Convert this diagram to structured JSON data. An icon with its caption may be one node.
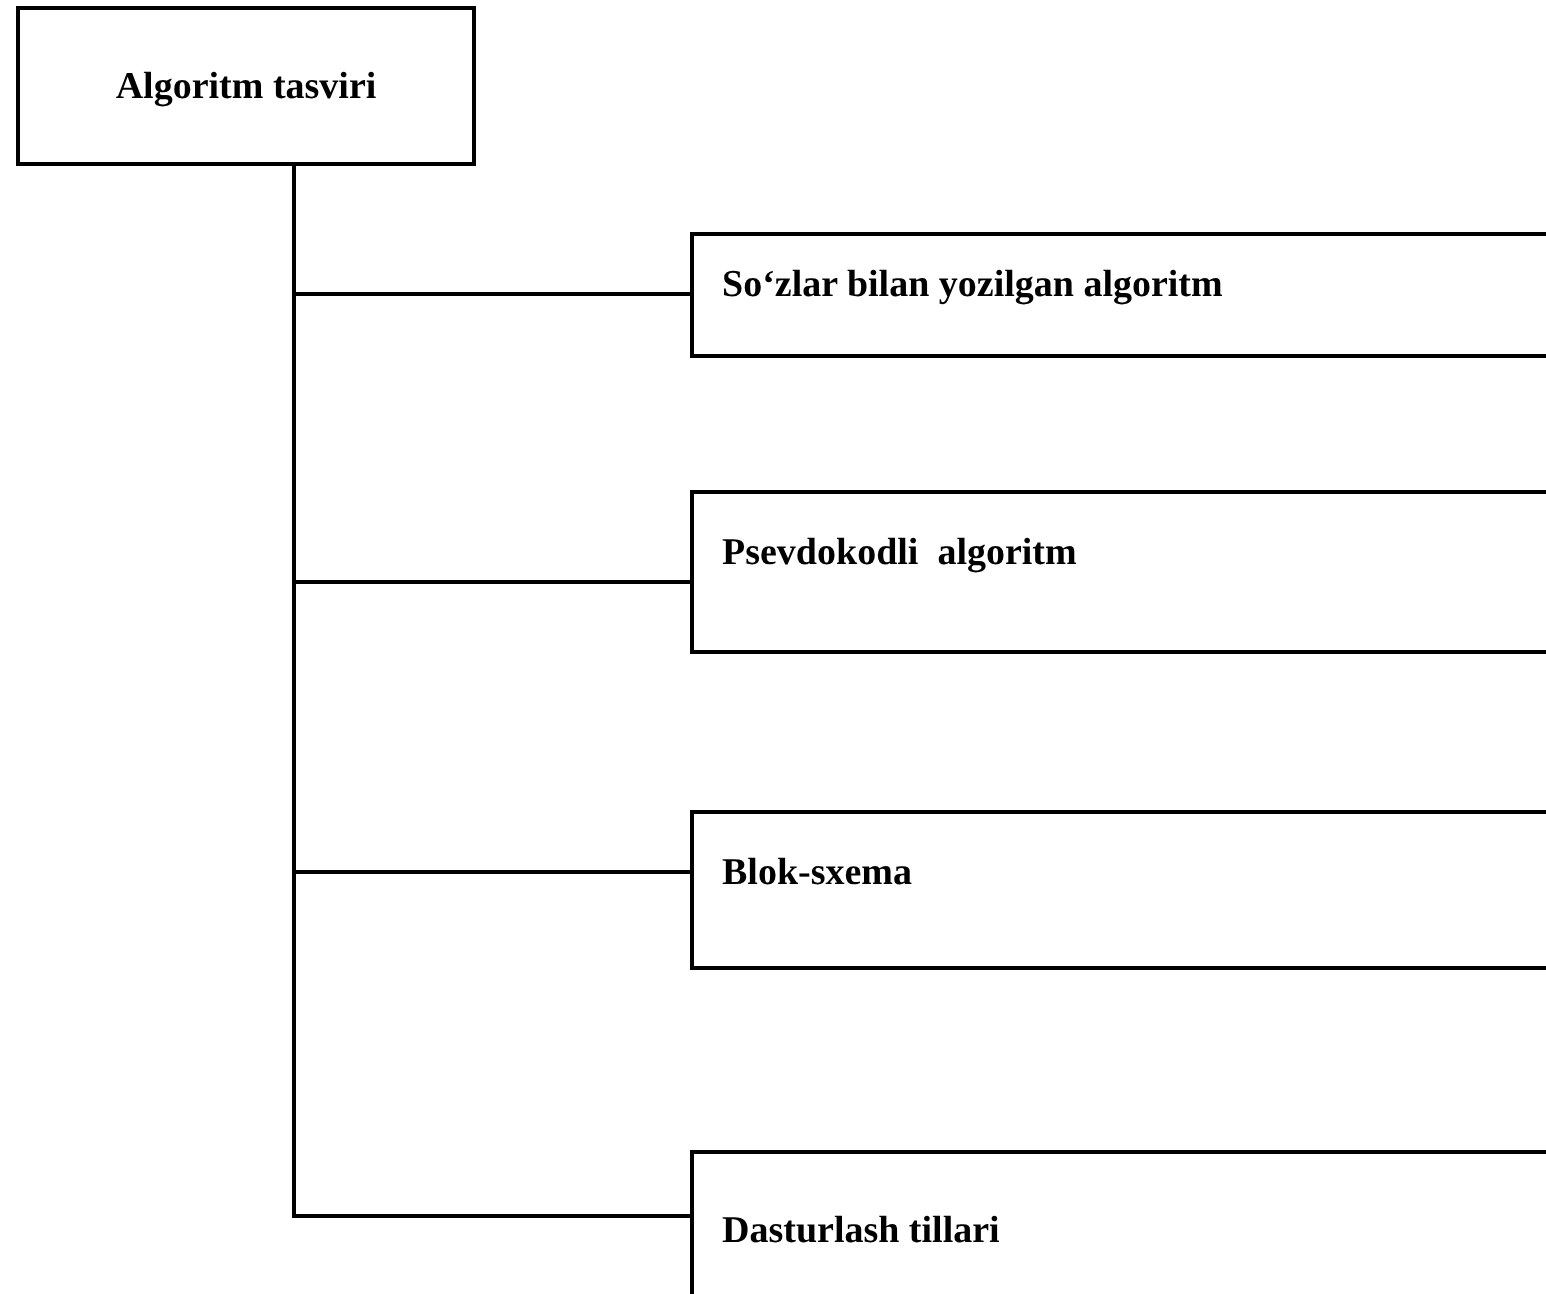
{
  "diagram": {
    "nodes": [
      {
        "text": [
          "Algoritm tasviri"
        ]
      },
      {
        "text": [
          "So‘zlar bilan yozilgan algoritm"
        ]
      },
      {
        "text": [
          "Psevdokodli  algoritm"
        ]
      },
      {
        "text": [
          "Blok-sxema"
        ]
      },
      {
        "text": [
          "Dasturlash tillari"
        ]
      }
    ],
    "edges": [
      {
        "from": 0,
        "to": 1,
        "arrow": "none"
      },
      {
        "from": 0,
        "to": 2,
        "arrow": "none"
      },
      {
        "from": 0,
        "to": 3,
        "arrow": "none"
      },
      {
        "from": 0,
        "to": 4,
        "arrow": "none"
      }
    ]
  }
}
